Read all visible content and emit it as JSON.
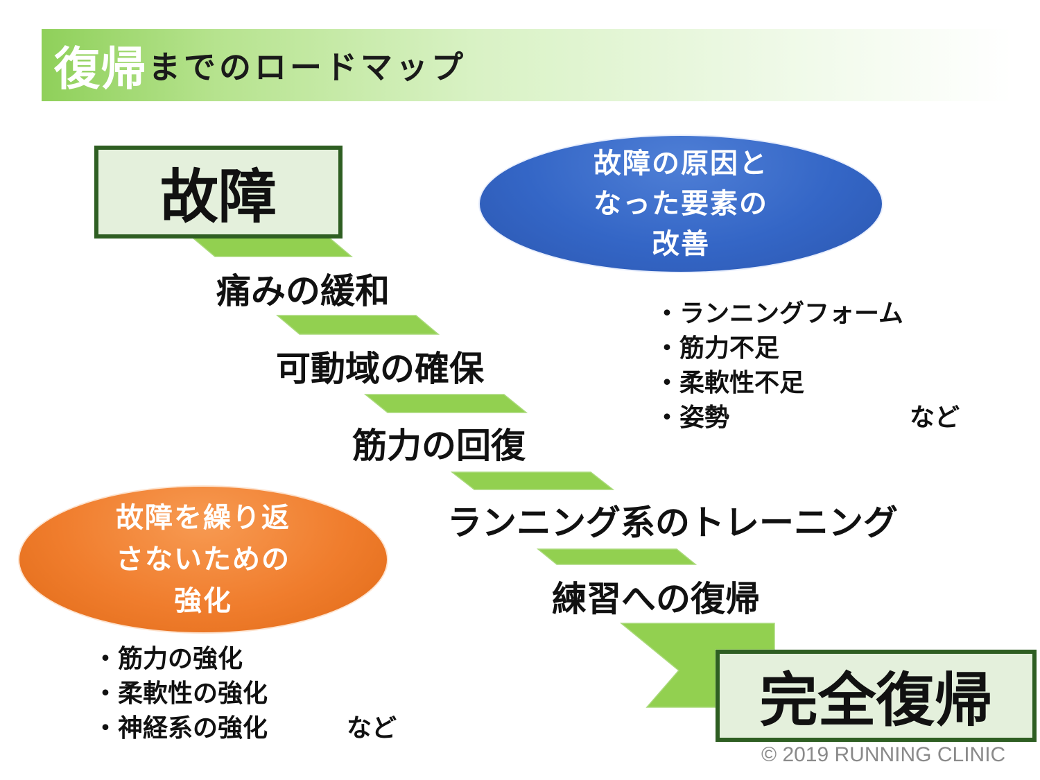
{
  "title": {
    "main": "復帰",
    "rest": "までのロードマップ"
  },
  "start_label": "故障",
  "goal_label": "完全復帰",
  "steps": [
    "痛みの緩和",
    "可動域の確保",
    "筋力の回復",
    "ランニング系のトレーニング",
    "練習への復帰"
  ],
  "blue_ellipse": {
    "lines": [
      "故障の原因と",
      "なった要素の",
      "改善"
    ]
  },
  "orange_ellipse": {
    "lines": [
      "故障を繰り返",
      "さないための",
      "強化"
    ]
  },
  "right_list": {
    "items": [
      "・ランニングフォーム",
      "・筋力不足",
      "・柔軟性不足",
      "・姿勢"
    ],
    "suffix": "など"
  },
  "left_list": {
    "items": [
      "・筋力の強化",
      "・柔軟性の強化",
      "・神経系の強化"
    ],
    "suffix": "など"
  },
  "copyright": "© 2019 RUNNING CLINIC",
  "colors": {
    "title_green": "#8fd05a",
    "arrow_green": "#92d050",
    "box_border": "#2e5e22",
    "box_fill": "#e4f0dc",
    "blue": "#3466c6",
    "orange": "#f07d2d"
  }
}
